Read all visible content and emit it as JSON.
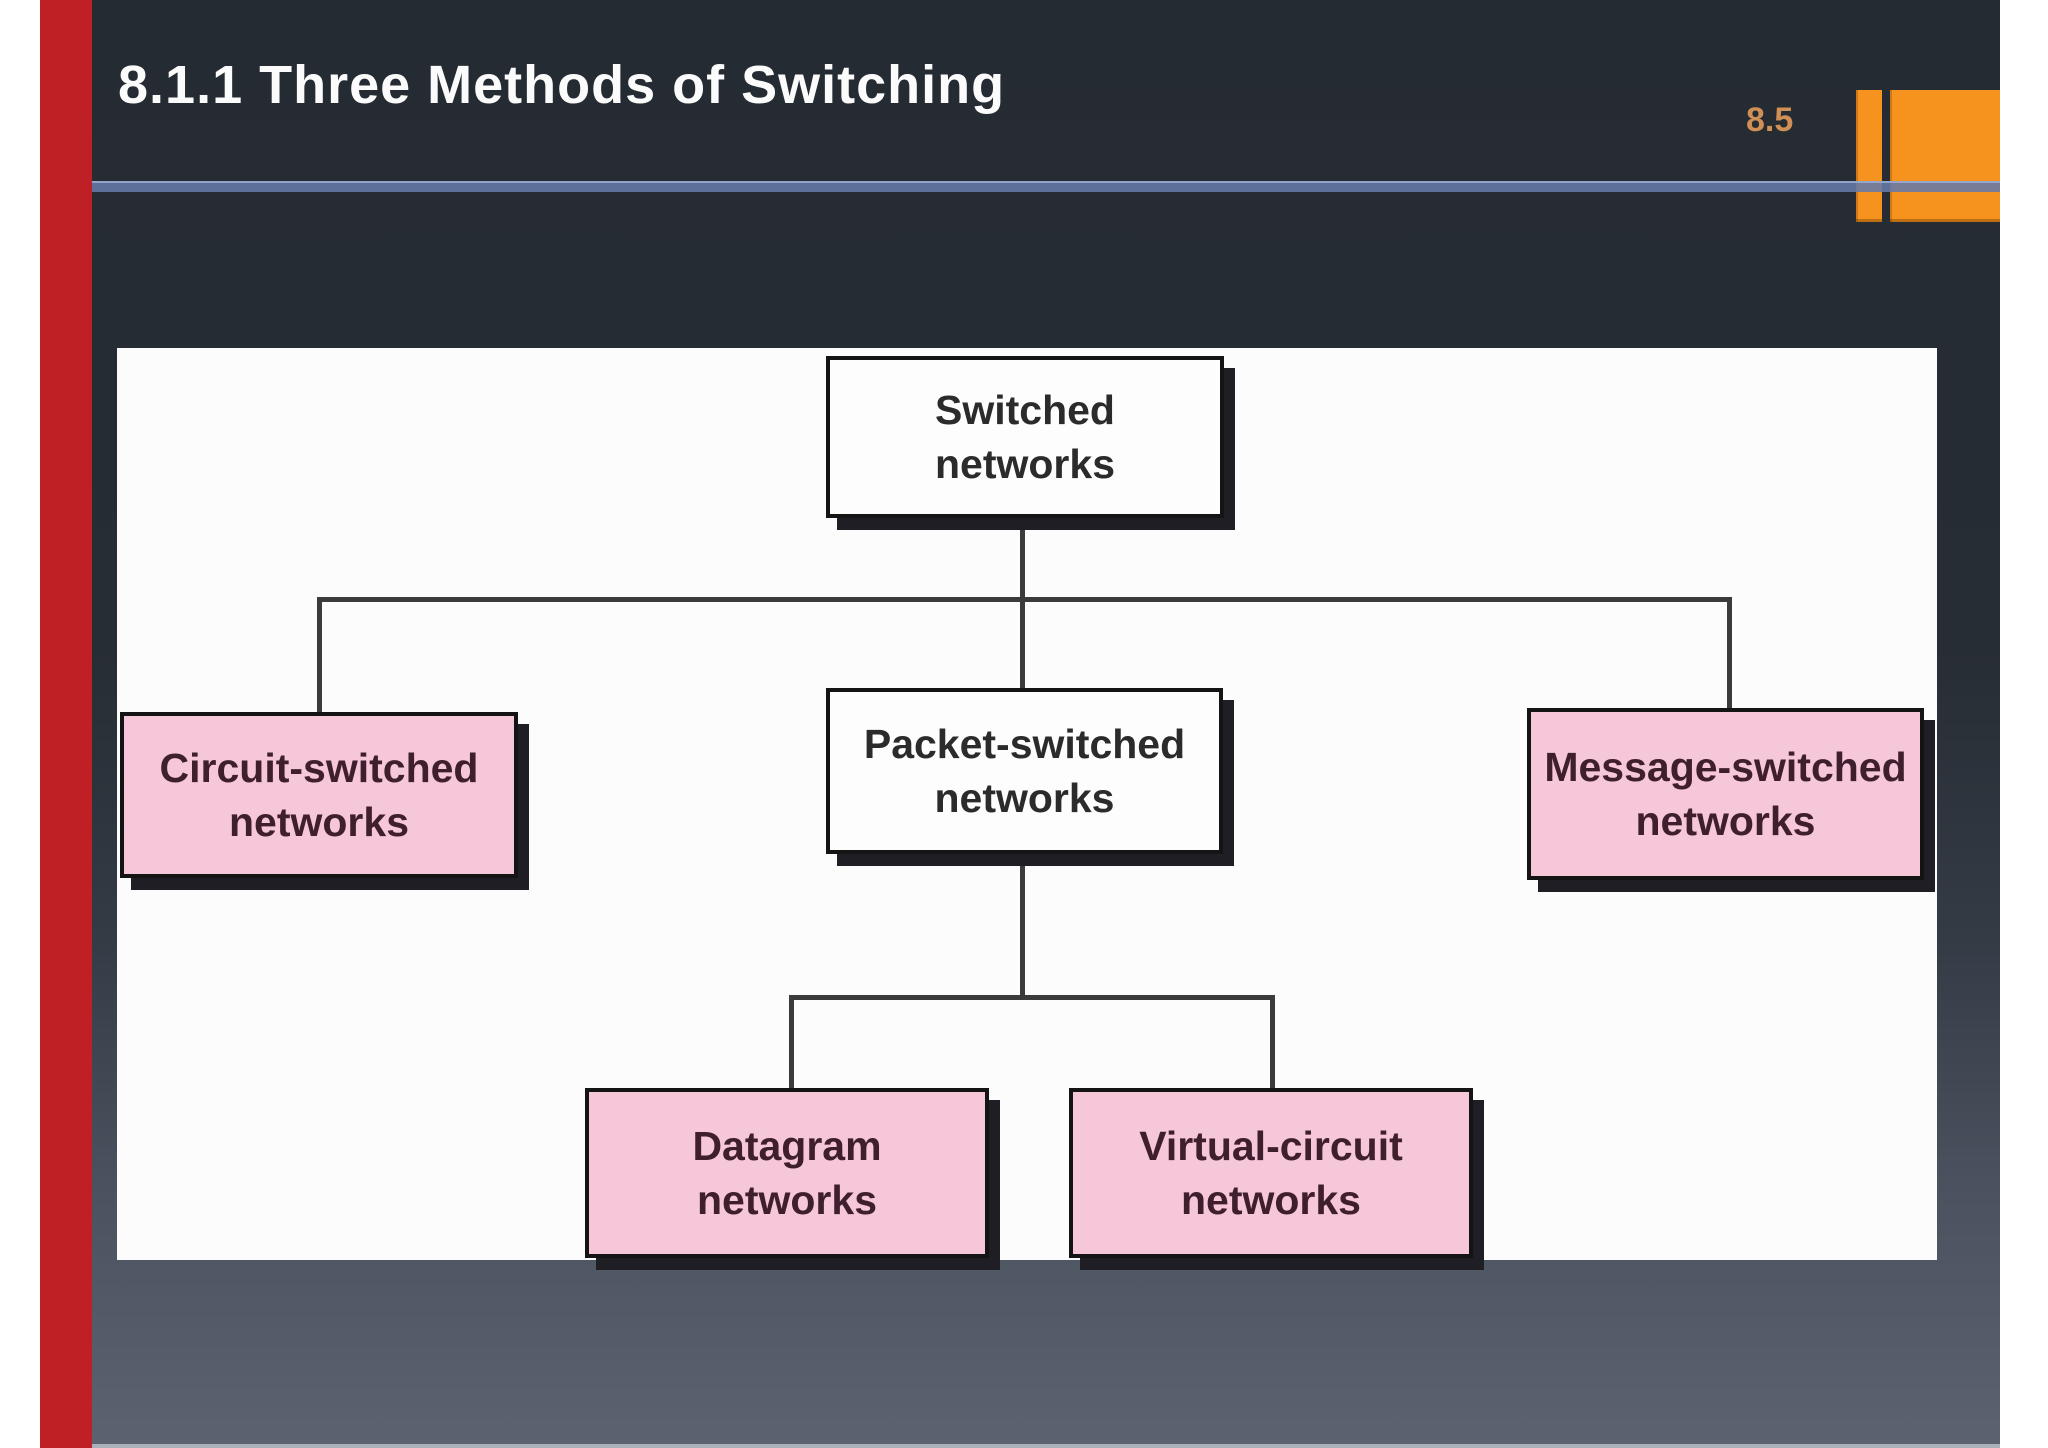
{
  "slide": {
    "title": "8.1.1 Three Methods of Switching",
    "page_number": "8.5"
  },
  "colors": {
    "accent_orange": "#f5931e",
    "accent_orange_dim": "#cf8f55",
    "underline_blue": "#657aa8",
    "red_strip": "#bf2026",
    "box_pink": "#f6c6d9",
    "box_white": "#fdfdfd"
  },
  "diagram": {
    "nodes": [
      {
        "id": "switched",
        "label": "Switched\nnetworks",
        "variant": "white"
      },
      {
        "id": "circuit",
        "label": "Circuit-switched\nnetworks",
        "variant": "pink"
      },
      {
        "id": "packet",
        "label": "Packet-switched\nnetworks",
        "variant": "white"
      },
      {
        "id": "message",
        "label": "Message-switched\nnetworks",
        "variant": "pink"
      },
      {
        "id": "datagram",
        "label": "Datagram\nnetworks",
        "variant": "pink"
      },
      {
        "id": "virtual",
        "label": "Virtual-circuit\nnetworks",
        "variant": "pink"
      }
    ]
  }
}
